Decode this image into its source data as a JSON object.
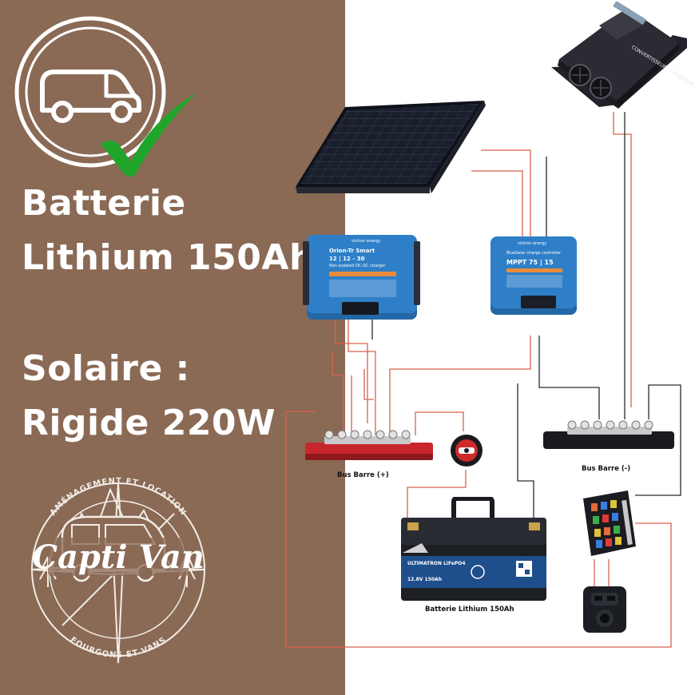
{
  "headline": {
    "battery_line1": "Batterie",
    "battery_line2": "Lithium 150Ah",
    "solar_line1": "Solaire :",
    "solar_line2": "Rigide 220W"
  },
  "logo": {
    "name": "Capti Van",
    "ring_text_top": "AMÉNAGEMENT ET LOCATION",
    "ring_text_bottom": "FOURGONS ET VANS"
  },
  "components": {
    "converter": {
      "model_text": "CONVERTISSEUR / CHARGEUR 2200W"
    },
    "dcdc_charger": {
      "brand": "victron energy",
      "name": "Orion-Tr Smart",
      "model": "12 | 12 - 30",
      "subtitle": "Non-isolated DC-DC charger"
    },
    "mppt_controller": {
      "brand": "victron energy",
      "name": "BlueSolar charge controller",
      "model": "MPPT 75 | 15"
    },
    "bus_bar_positive": {
      "label": "Bus Barre (+)"
    },
    "bus_bar_negative": {
      "label": "Bus Barre (-)"
    },
    "battery": {
      "label": "Batterie Lithium 150Ah",
      "face_text": "ULTIMATRON LiFePO4",
      "capacity_text": "12.8V 150Ah"
    }
  },
  "colors": {
    "panel_brown": "#8a6a55",
    "check_green": "#1fa62a",
    "wire_red": "#d9624e",
    "wire_black": "#2a2a2a",
    "victron_blue": "#2f7fc8",
    "busbar_red": "#c8262c",
    "battery_blue": "#1e4f8c"
  },
  "icons": [
    "van-icon",
    "checkmark-icon",
    "compass-logo-icon",
    "solar-panel-icon",
    "battery-switch-icon",
    "fuse-box-icon",
    "usb-socket-icon"
  ]
}
